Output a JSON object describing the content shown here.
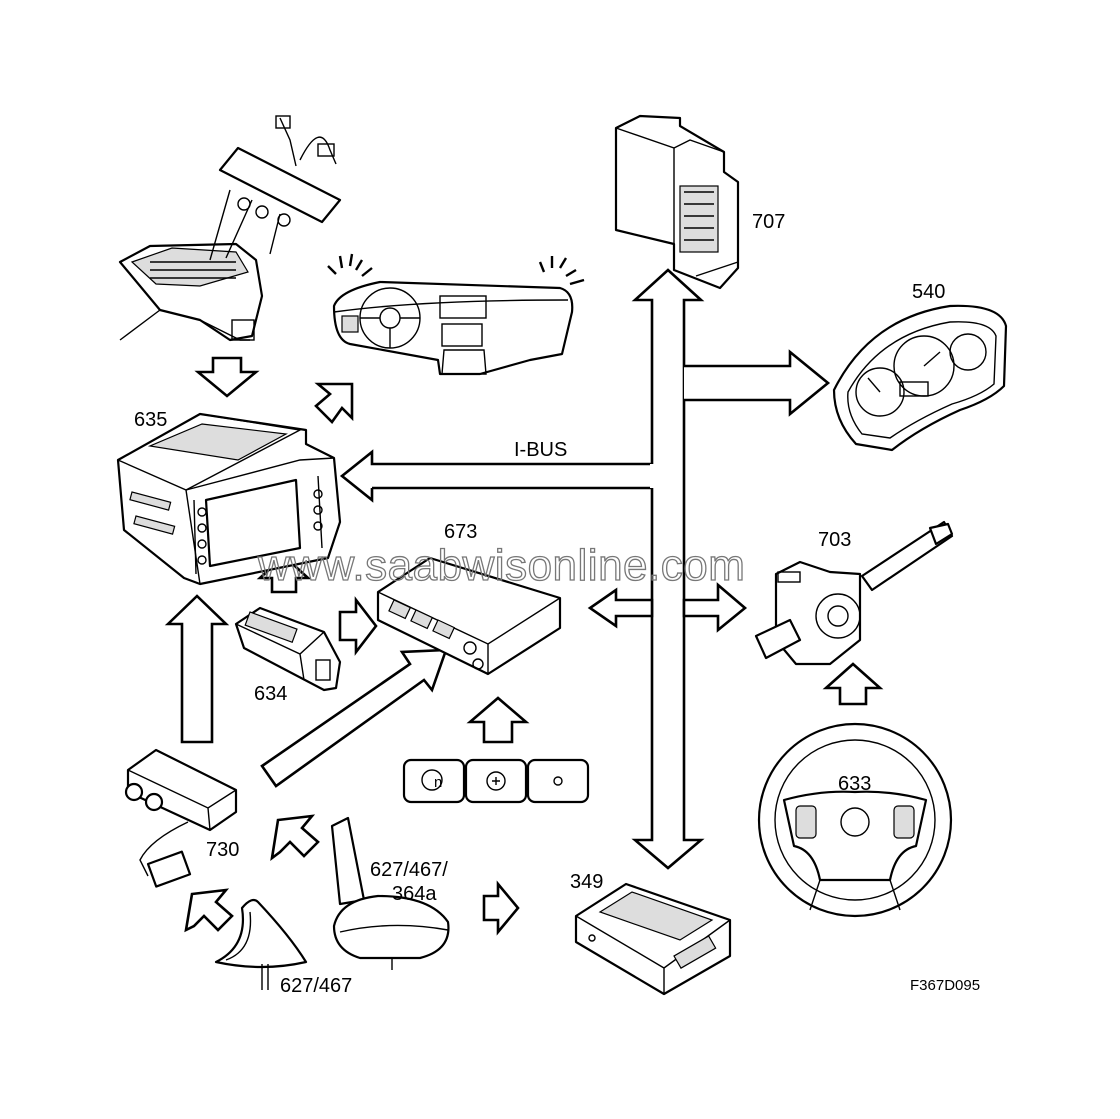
{
  "bus_label": "I-BUS",
  "watermark": "www.saabwisonline.com",
  "figure_code": "F367D095",
  "components": {
    "c707": "707",
    "c540": "540",
    "c635": "635",
    "c673": "673",
    "c703": "703",
    "c634": "634",
    "c633": "633",
    "c730": "730",
    "c349": "349",
    "c627_467_364a_line1": "627/467/",
    "c627_467_364a_line2": "364a",
    "c627_467": "627/467"
  }
}
